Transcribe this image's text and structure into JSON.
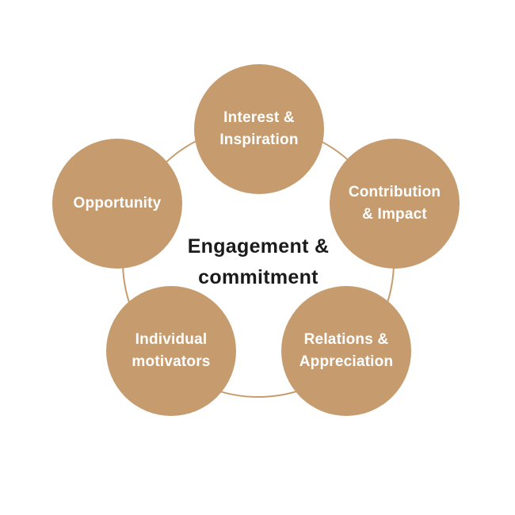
{
  "diagram": {
    "type": "cycle",
    "center_label": "Engagement & commitment",
    "nodes": [
      {
        "id": "interest-inspiration",
        "label": "Interest & Inspiration",
        "position": "top"
      },
      {
        "id": "contribution-impact",
        "label": "Contribution & Impact",
        "position": "upper-right"
      },
      {
        "id": "relations-appreciation",
        "label": "Relations & Appreciation",
        "position": "lower-right"
      },
      {
        "id": "individual-motivators",
        "label": "Individual motivators",
        "position": "lower-left"
      },
      {
        "id": "opportunity",
        "label": "Opportunity",
        "position": "upper-left"
      }
    ],
    "colors": {
      "node_fill": "#c69c6e",
      "node_text": "#ffffff",
      "ring_stroke": "#c69c6e",
      "center_text": "#1b1b1b",
      "background": "#ffffff"
    }
  }
}
